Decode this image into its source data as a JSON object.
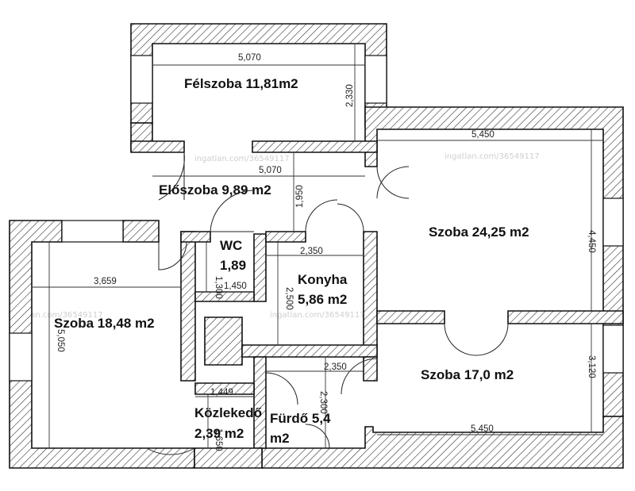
{
  "rooms": {
    "felszoba": "Félszoba 11,81m2",
    "eloszoba": "Előszoba 9,89 m2",
    "wc_title": "WC",
    "wc_area": "1,89",
    "konyha_title": "Konyha",
    "konyha_area": "5,86 m2",
    "szoba_big": "Szoba 24,25 m2",
    "szoba_left": "Szoba 18,48 m2",
    "szoba_right": "Szoba 17,0 m2",
    "kozlekedo_title": "Közlekedő",
    "kozlekedo_area": "2,39 m2",
    "furdo_title": "Fürdő 5,4",
    "furdo_area": "m2"
  },
  "dimensions": {
    "felszoba_w": "5,070",
    "felszoba_h": "2,330",
    "eloszoba_w": "5,070",
    "eloszoba_h": "1,950",
    "szoba_big_w": "5,450",
    "szoba_big_h": "4,450",
    "wc_h": "1,300",
    "wc_w": "1,450",
    "konyha_w": "2,350",
    "konyha_h": "2,500",
    "szoba_left_w": "3,659",
    "szoba_left_h": "5,050",
    "furdo_w": "2,350",
    "furdo_h": "2,300",
    "kozlekedo_w": "1,449",
    "kozlekedo_h": "1,650",
    "szoba_right_w": "5,450",
    "szoba_right_h": "3,120"
  },
  "watermarks": {
    "w1": "ingatlan.com/36549117",
    "w2": "ingatlan.com/36549117",
    "w3": "ingatlan.com/36549117",
    "w4": "ingatlan.com/36549117"
  },
  "colors": {
    "wall_stroke": "#111111",
    "hatch": "#333333",
    "background": "#ffffff"
  }
}
